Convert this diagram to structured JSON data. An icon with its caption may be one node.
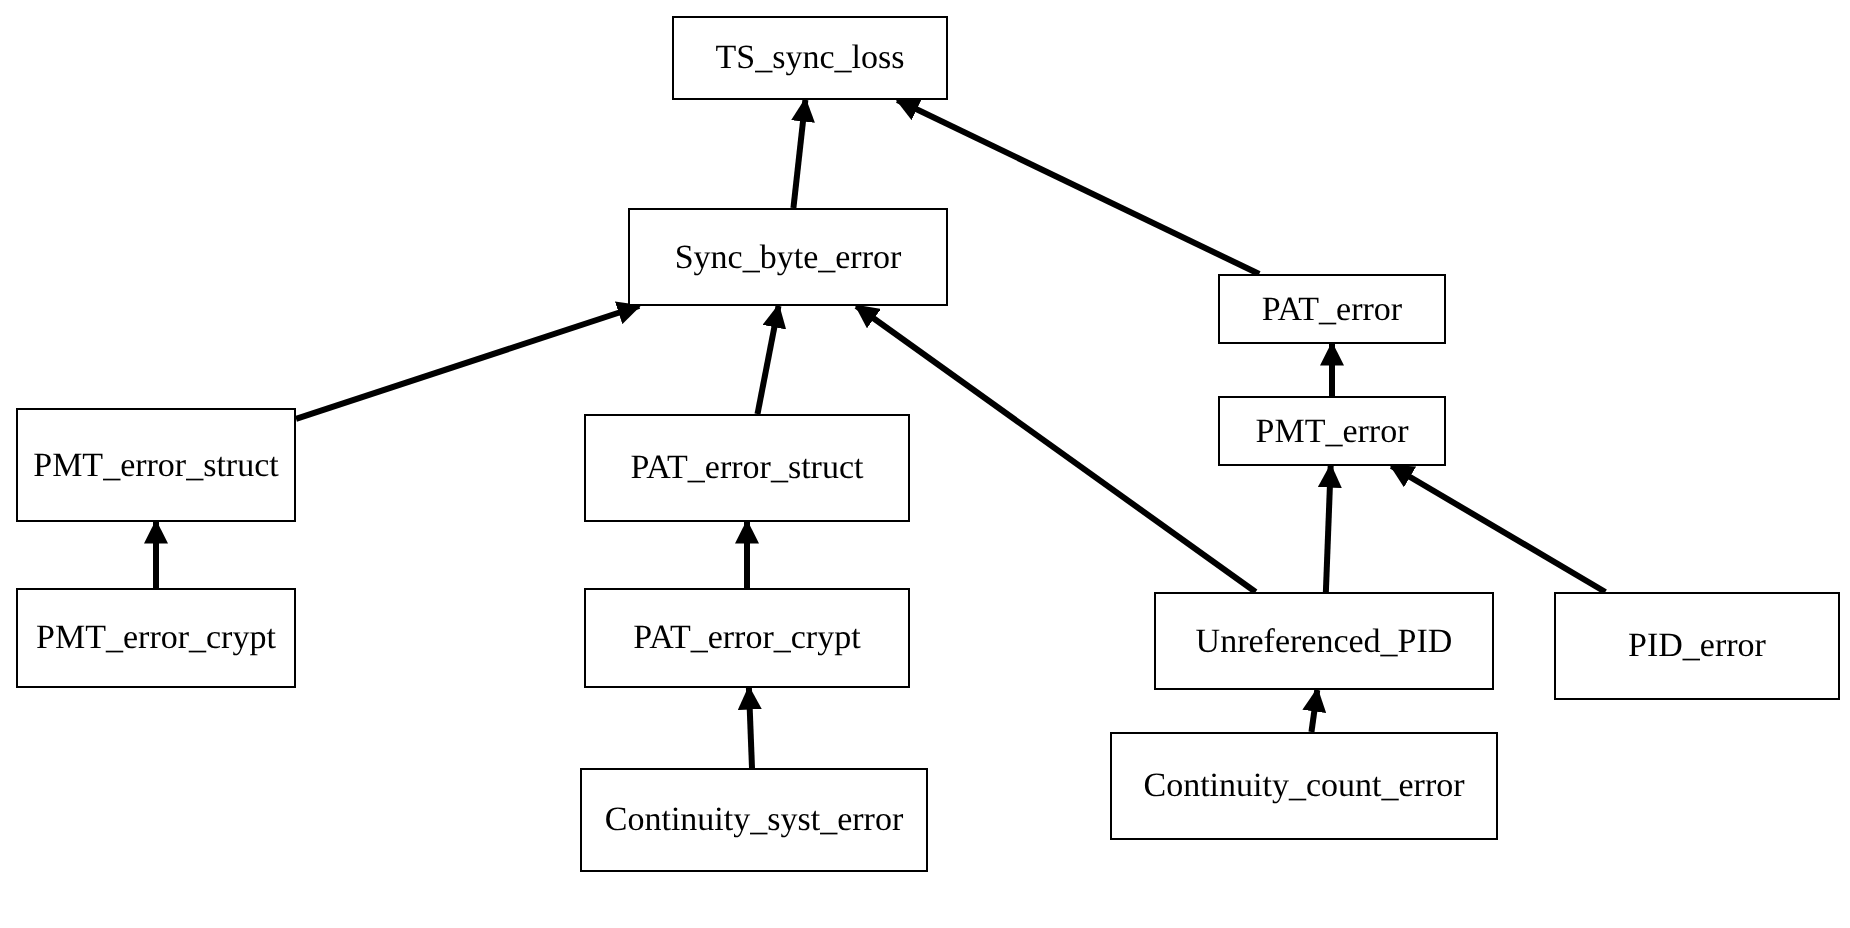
{
  "diagram": {
    "nodes": [
      {
        "text": [
          "TS_sync_loss"
        ]
      },
      {
        "text": [
          "Sync_byte_error"
        ]
      },
      {
        "text": [
          "PAT_error"
        ]
      },
      {
        "text": [
          "PMT_error"
        ]
      },
      {
        "text": [
          "PMT_error_struct"
        ]
      },
      {
        "text": [
          "PAT_error_struct"
        ]
      },
      {
        "text": [
          "PMT_error_crypt"
        ]
      },
      {
        "text": [
          "PAT_error_crypt"
        ]
      },
      {
        "text": [
          "Unreferenced_PID"
        ]
      },
      {
        "text": [
          "PID_error"
        ]
      },
      {
        "text": [
          "Continuity_syst_error"
        ]
      },
      {
        "text": [
          "Continuity_count_error"
        ]
      }
    ],
    "edges": [
      {
        "from": 1,
        "to": 0,
        "arrow": "to"
      },
      {
        "from": 2,
        "to": 0,
        "arrow": "to"
      },
      {
        "from": 4,
        "to": 1,
        "arrow": "to"
      },
      {
        "from": 5,
        "to": 1,
        "arrow": "to"
      },
      {
        "from": 8,
        "to": 1,
        "arrow": "to"
      },
      {
        "from": 3,
        "to": 2,
        "arrow": "to"
      },
      {
        "from": 8,
        "to": 3,
        "arrow": "to"
      },
      {
        "from": 9,
        "to": 3,
        "arrow": "to"
      },
      {
        "from": 6,
        "to": 4,
        "arrow": "to"
      },
      {
        "from": 7,
        "to": 5,
        "arrow": "to"
      },
      {
        "from": 10,
        "to": 7,
        "arrow": "to"
      },
      {
        "from": 11,
        "to": 8,
        "arrow": "to"
      }
    ]
  }
}
